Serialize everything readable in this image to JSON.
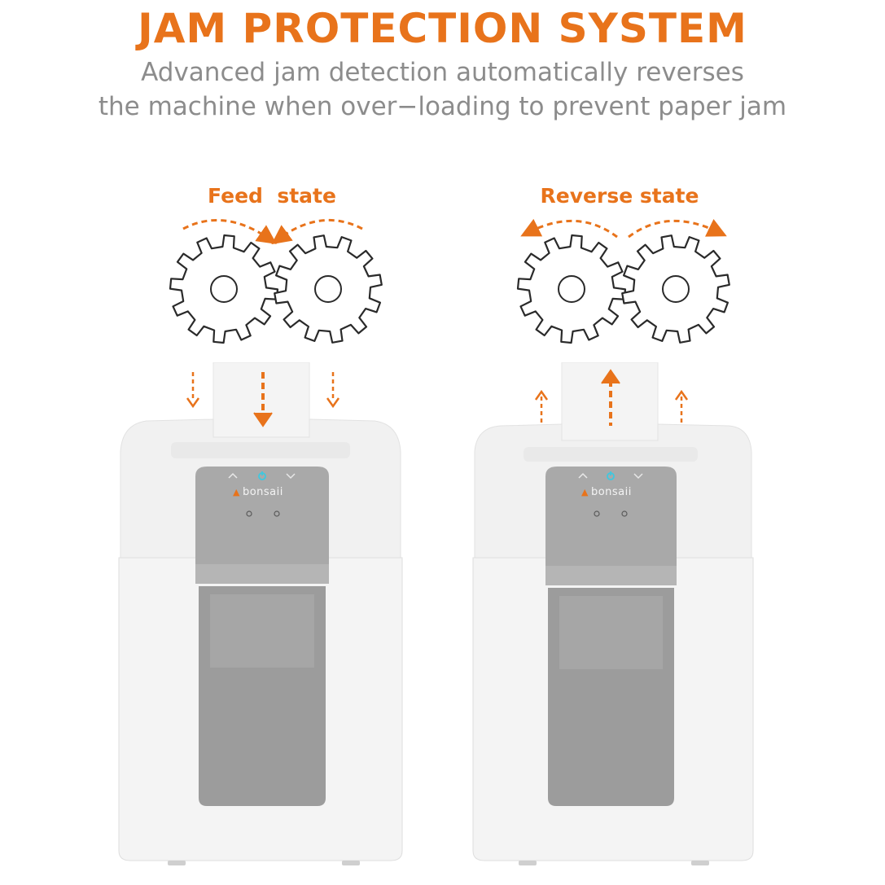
{
  "header": {
    "title": "JAM PROTECTION SYSTEM",
    "subtitle_line1": "Advanced jam detection automatically reverses",
    "subtitle_line2": "the machine when over−loading to prevent paper jam"
  },
  "panels": [
    {
      "label": "Feed  state",
      "brand": "bonsaii",
      "direction": "feed"
    },
    {
      "label": "Reverse state",
      "brand": "bonsaii",
      "direction": "reverse"
    }
  ],
  "colors": {
    "accent": "#e8731b",
    "subtitle": "#8c8c8c",
    "gear_stroke": "#2a2a2a",
    "body": "#f2f2f2",
    "panel_silver": "#a8a8a8",
    "window": "#9a9a9a"
  },
  "icons": [
    "gear-icon",
    "arrow-down-icon",
    "arrow-up-icon",
    "chevron-up-icon",
    "power-icon",
    "chevron-down-icon",
    "sun-icon"
  ]
}
